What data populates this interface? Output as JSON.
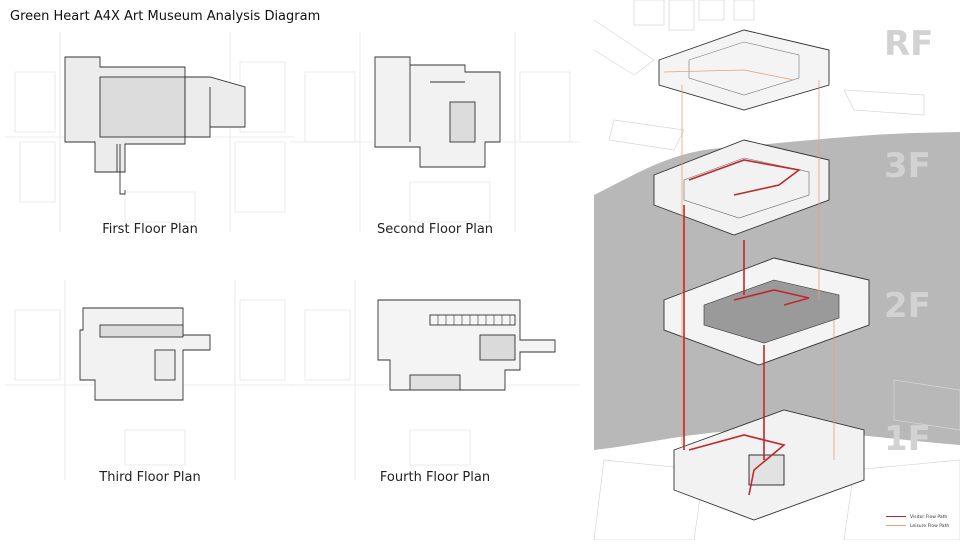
{
  "title": "Green Heart A4X Art Museum Analysis Diagram",
  "plans": [
    {
      "caption": "First Floor Plan"
    },
    {
      "caption": "Second Floor Plan"
    },
    {
      "caption": "Third Floor Plan"
    },
    {
      "caption": "Fourth Floor Plan"
    }
  ],
  "floor_labels": {
    "rf": "RF",
    "f3": "3F",
    "f2": "2F",
    "f1": "1F"
  },
  "legend": {
    "visitor": {
      "label": "Visitor Flow Path",
      "color": "#c0282c"
    },
    "leisure": {
      "label": "Leisure Flow Path",
      "color": "#e8a070"
    }
  },
  "colors": {
    "river": "#b8b8b8",
    "line": "#333333",
    "faint": "#d9d9d9",
    "fill": "#e6e6e6"
  }
}
